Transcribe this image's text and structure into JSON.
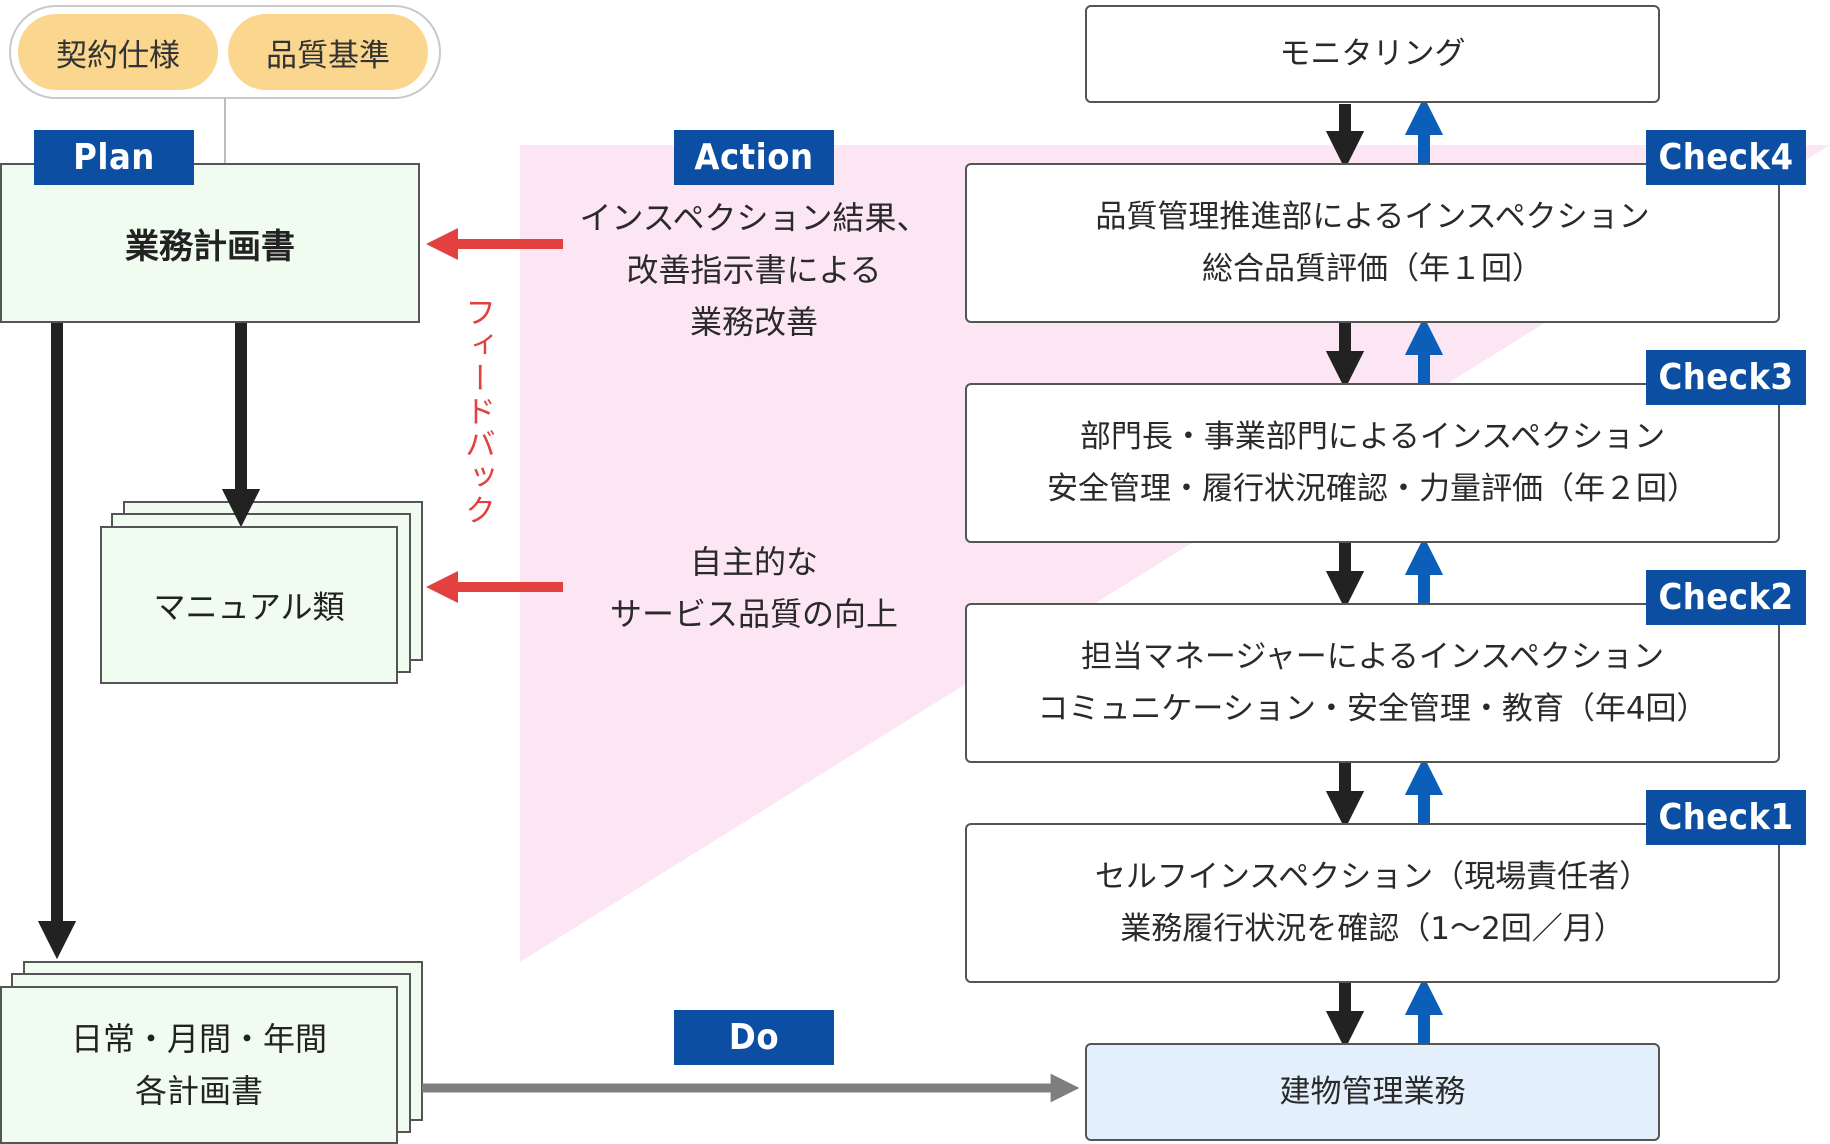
{
  "header": {
    "pills": [
      "契約仕様",
      "品質基準"
    ]
  },
  "tags": {
    "plan": "Plan",
    "action": "Action",
    "do": "Do",
    "check4": "Check4",
    "check3": "Check3",
    "check2": "Check2",
    "check1": "Check1"
  },
  "left": {
    "business_plan": "業務計画書",
    "manuals": "マニュアル類",
    "plans": [
      "日常・月間・年間",
      "各計画書"
    ]
  },
  "middle": {
    "feedback": "フィードバック",
    "action_text": [
      "インスペクション結果、",
      "改善指示書による",
      "業務改善"
    ],
    "voluntary_text": [
      "自主的な",
      "サービス品質の向上"
    ]
  },
  "right": {
    "monitoring": "モニタリング",
    "check4": [
      "品質管理推進部によるインスペクション",
      "総合品質評価（年１回）"
    ],
    "check3": [
      "部門長・事業部門によるインスペクション",
      "安全管理・履行状況確認・力量評価（年２回）"
    ],
    "check2": [
      "担当マネージャーによるインスペクション",
      "コミュニケーション・安全管理・教育（年4回）"
    ],
    "check1": [
      "セルフインスペクション（現場責任者）",
      "業務履行状況を確認（1～2回／月）"
    ],
    "building": "建物管理業務"
  },
  "colors": {
    "tag_blue": "#0b4ea2",
    "pill_orange": "#fbd68f",
    "green_box": "#effcef",
    "building_box": "#e3f0fb",
    "feedback_red": "#e2413f",
    "triangle_pink": "#fde6f4",
    "arrow_dark": "#222222",
    "arrow_gray": "#7f7f7f",
    "arrow_blue": "#0b5fb8"
  }
}
